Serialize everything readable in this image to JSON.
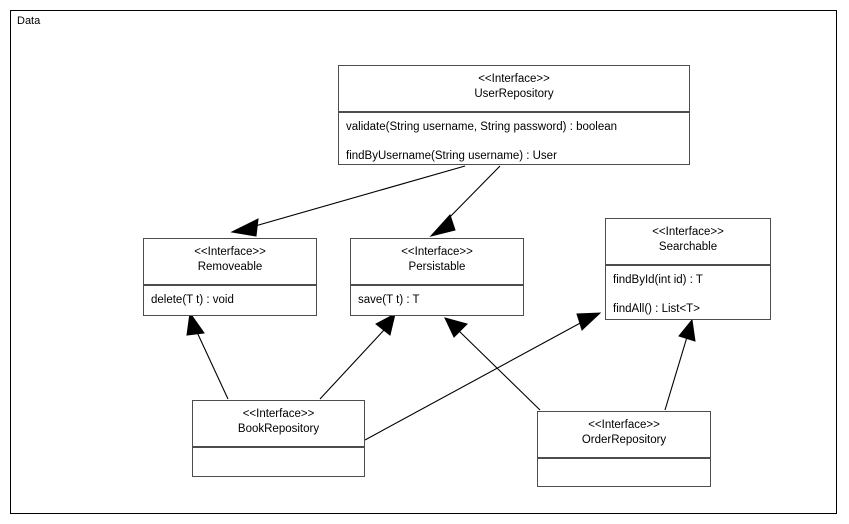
{
  "diagram": {
    "frame_label": "Data",
    "type": "uml-class-diagram",
    "line_color": "#000000",
    "box_border_color": "#4d4d4d",
    "background": "#ffffff",
    "stereotype": "<<Interface>>"
  },
  "classes": [
    {
      "id": "user-repository",
      "stereotype": "<<Interface>>",
      "name": "UserRepository",
      "members": [
        "validate(String username, String password) : boolean",
        "findByUsername(String username) : User"
      ]
    },
    {
      "id": "removeable",
      "stereotype": "<<Interface>>",
      "name": "Removeable",
      "members": [
        "delete(T t) : void"
      ]
    },
    {
      "id": "persistable",
      "stereotype": "<<Interface>>",
      "name": "Persistable",
      "members": [
        "save(T t) : T"
      ]
    },
    {
      "id": "searchable",
      "stereotype": "<<Interface>>",
      "name": "Searchable",
      "members": [
        "findById(int id) : T",
        "findAll() : List<T>"
      ]
    },
    {
      "id": "book-repository",
      "stereotype": "<<Interface>>",
      "name": "BookRepository",
      "members": []
    },
    {
      "id": "order-repository",
      "stereotype": "<<Interface>>",
      "name": "OrderRepository",
      "members": []
    }
  ],
  "relationships": [
    {
      "from": "user-repository",
      "to": "removeable",
      "type": "generalization"
    },
    {
      "from": "user-repository",
      "to": "persistable",
      "type": "generalization"
    },
    {
      "from": "book-repository",
      "to": "removeable",
      "type": "generalization"
    },
    {
      "from": "book-repository",
      "to": "persistable",
      "type": "generalization"
    },
    {
      "from": "book-repository",
      "to": "searchable",
      "type": "generalization"
    },
    {
      "from": "order-repository",
      "to": "persistable",
      "type": "generalization"
    },
    {
      "from": "order-repository",
      "to": "searchable",
      "type": "generalization"
    }
  ]
}
